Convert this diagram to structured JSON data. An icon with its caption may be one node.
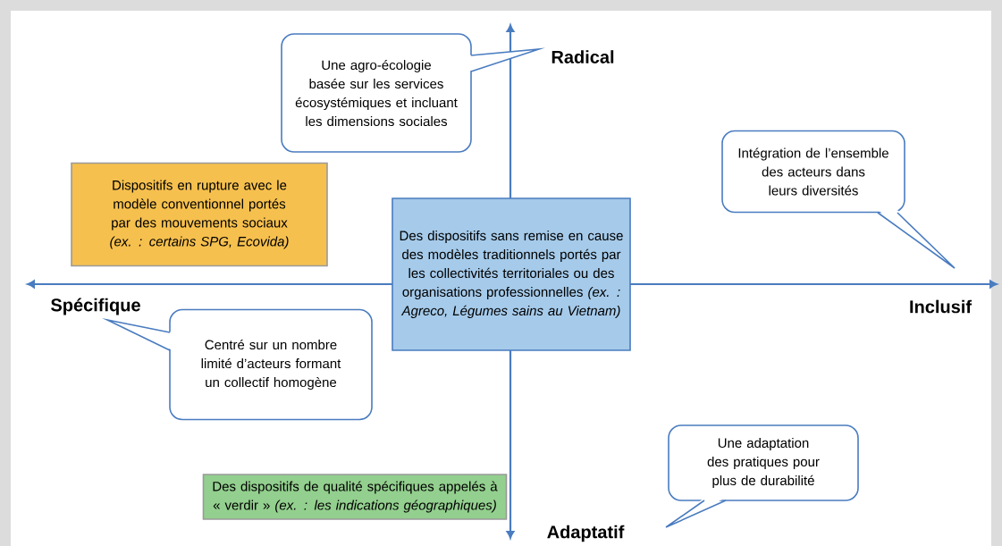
{
  "diagram": {
    "nodes": [
      {
        "text": [
          "Une agro-écologie basée sur les services écosystémiques et incluant les dimensions sociales"
        ]
      },
      {
        "text": [
          "Intégration de l’ensemble des acteurs dans leurs diversités"
        ]
      },
      {
        "text": [
          "Dispositifs en rupture avec le modèle conventionnel portés par des mouvements sociaux *(ex. : certains SPG, Ecovida)*"
        ]
      },
      {
        "text": [
          "Des dispositifs sans remise en cause des modèles traditionnels portés par les collectivités territoriales ou des organisations professionnelles *(ex. : Agreco, Légumes sains au Vietnam)*"
        ]
      },
      {
        "text": [
          "Centré sur un nombre limité d’acteurs formant un collectif homogène"
        ]
      },
      {
        "text": [
          "Des dispositifs de qualité spécifiques appelés à « verdir » *(ex. : les indications géographiques)*"
        ]
      },
      {
        "text": [
          "Une adaptation des pratiques pour plus de durabilité"
        ]
      }
    ],
    "labels": [
      "Radical",
      "Spécifique",
      "Inclusif",
      "Adaptatif"
    ]
  }
}
